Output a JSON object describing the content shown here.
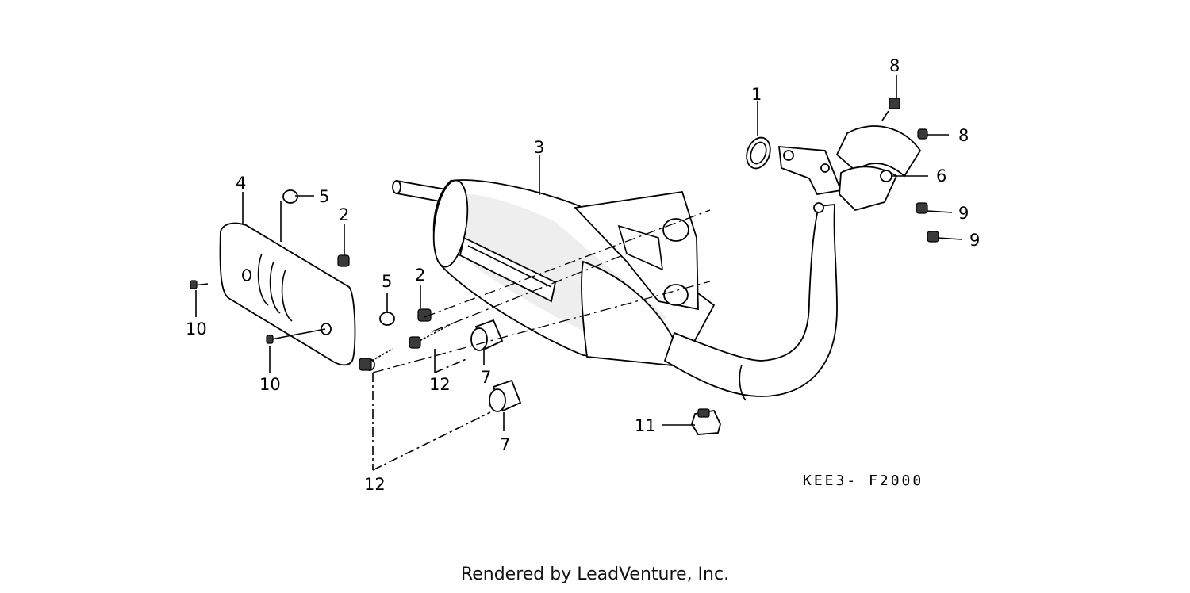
{
  "diagram": {
    "drawing_code": "KEE3- F2000",
    "credit": "Rendered by LeadVenture, Inc.",
    "callouts": [
      {
        "id": "c1",
        "label": "1"
      },
      {
        "id": "c2a",
        "label": "2"
      },
      {
        "id": "c2b",
        "label": "2"
      },
      {
        "id": "c3",
        "label": "3"
      },
      {
        "id": "c4",
        "label": "4"
      },
      {
        "id": "c5a",
        "label": "5"
      },
      {
        "id": "c5b",
        "label": "5"
      },
      {
        "id": "c6",
        "label": "6"
      },
      {
        "id": "c7a",
        "label": "7"
      },
      {
        "id": "c7b",
        "label": "7"
      },
      {
        "id": "c8a",
        "label": "8"
      },
      {
        "id": "c8b",
        "label": "8"
      },
      {
        "id": "c9a",
        "label": "9"
      },
      {
        "id": "c9b",
        "label": "9"
      },
      {
        "id": "c10a",
        "label": "10"
      },
      {
        "id": "c10b",
        "label": "10"
      },
      {
        "id": "c11",
        "label": "11"
      },
      {
        "id": "c12a",
        "label": "12"
      },
      {
        "id": "c12b",
        "label": "12"
      }
    ]
  }
}
